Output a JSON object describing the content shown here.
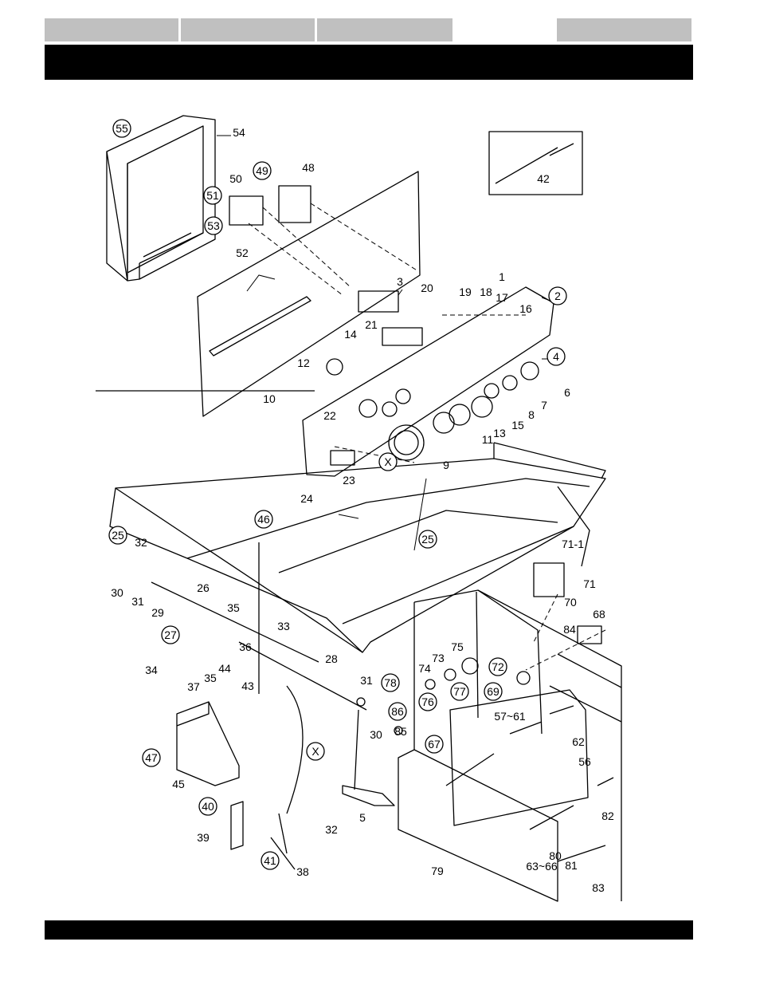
{
  "header": {
    "tabs": [
      "",
      "",
      "",
      ""
    ],
    "title": ""
  },
  "footer": {
    "text": ""
  },
  "diagram": {
    "detail_box_label": "42",
    "section_marker": "X",
    "callouts": [
      "1",
      "2",
      "3",
      "4",
      "5",
      "6",
      "7",
      "8",
      "9",
      "10",
      "11",
      "12",
      "13",
      "14",
      "15",
      "16",
      "17",
      "18",
      "19",
      "20",
      "21",
      "22",
      "23",
      "24",
      "25",
      "25",
      "26",
      "27",
      "28",
      "29",
      "30",
      "30",
      "31",
      "31",
      "32",
      "32",
      "33",
      "34",
      "35",
      "35",
      "36",
      "37",
      "38",
      "39",
      "40",
      "41",
      "43",
      "44",
      "45",
      "46",
      "47",
      "48",
      "49",
      "50",
      "51",
      "52",
      "53",
      "54",
      "55",
      "56",
      "57~61",
      "62",
      "63~66",
      "67",
      "68",
      "69",
      "70",
      "71",
      "71-1",
      "72",
      "73",
      "74",
      "75",
      "76",
      "77",
      "78",
      "79",
      "80",
      "81",
      "82",
      "83",
      "84",
      "85",
      "86",
      "X"
    ]
  },
  "colors": {
    "tab_gray": "#c0c0c0",
    "bar_black": "#000000"
  }
}
